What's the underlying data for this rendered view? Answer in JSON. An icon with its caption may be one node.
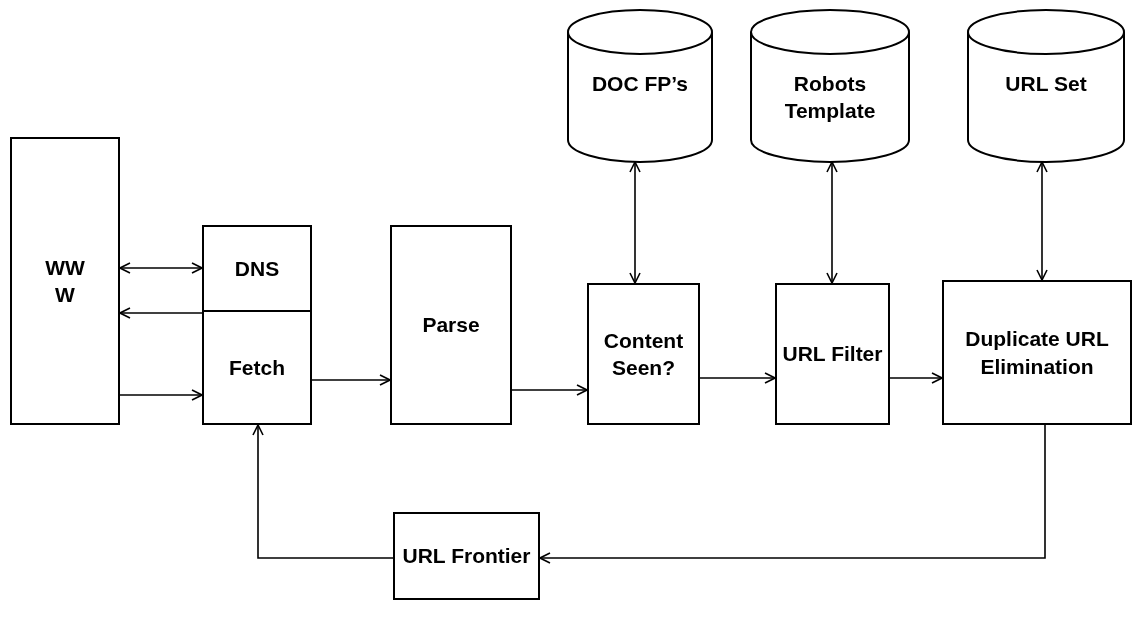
{
  "diagram": {
    "nodes": [
      {
        "text": [
          "WWW"
        ]
      },
      {
        "text": [
          "DNS"
        ]
      },
      {
        "text": [
          "Fetch"
        ]
      },
      {
        "text": [
          "Parse"
        ]
      },
      {
        "text": [
          "DOC FP’s"
        ]
      },
      {
        "text": [
          "Robots Template"
        ]
      },
      {
        "text": [
          "URL Set"
        ]
      },
      {
        "text": [
          "Content Seen?"
        ]
      },
      {
        "text": [
          "URL Filter"
        ]
      },
      {
        "text": [
          "Duplicate URL Elimination"
        ]
      },
      {
        "text": [
          "URL Frontier"
        ]
      }
    ],
    "edges": [
      {
        "from": 0,
        "to": 1,
        "arrow": "both"
      },
      {
        "from": 2,
        "to": 0,
        "arrow": "to"
      },
      {
        "from": 0,
        "to": 2,
        "arrow": "to"
      },
      {
        "from": 2,
        "to": 3,
        "arrow": "to"
      },
      {
        "from": 3,
        "to": 7,
        "arrow": "to"
      },
      {
        "from": 7,
        "to": 8,
        "arrow": "to"
      },
      {
        "from": 8,
        "to": 9,
        "arrow": "to"
      },
      {
        "from": 4,
        "to": 7,
        "arrow": "both"
      },
      {
        "from": 5,
        "to": 8,
        "arrow": "both"
      },
      {
        "from": 6,
        "to": 9,
        "arrow": "both"
      },
      {
        "from": 9,
        "to": 10,
        "arrow": "to"
      },
      {
        "from": 10,
        "to": 2,
        "arrow": "to"
      }
    ]
  }
}
